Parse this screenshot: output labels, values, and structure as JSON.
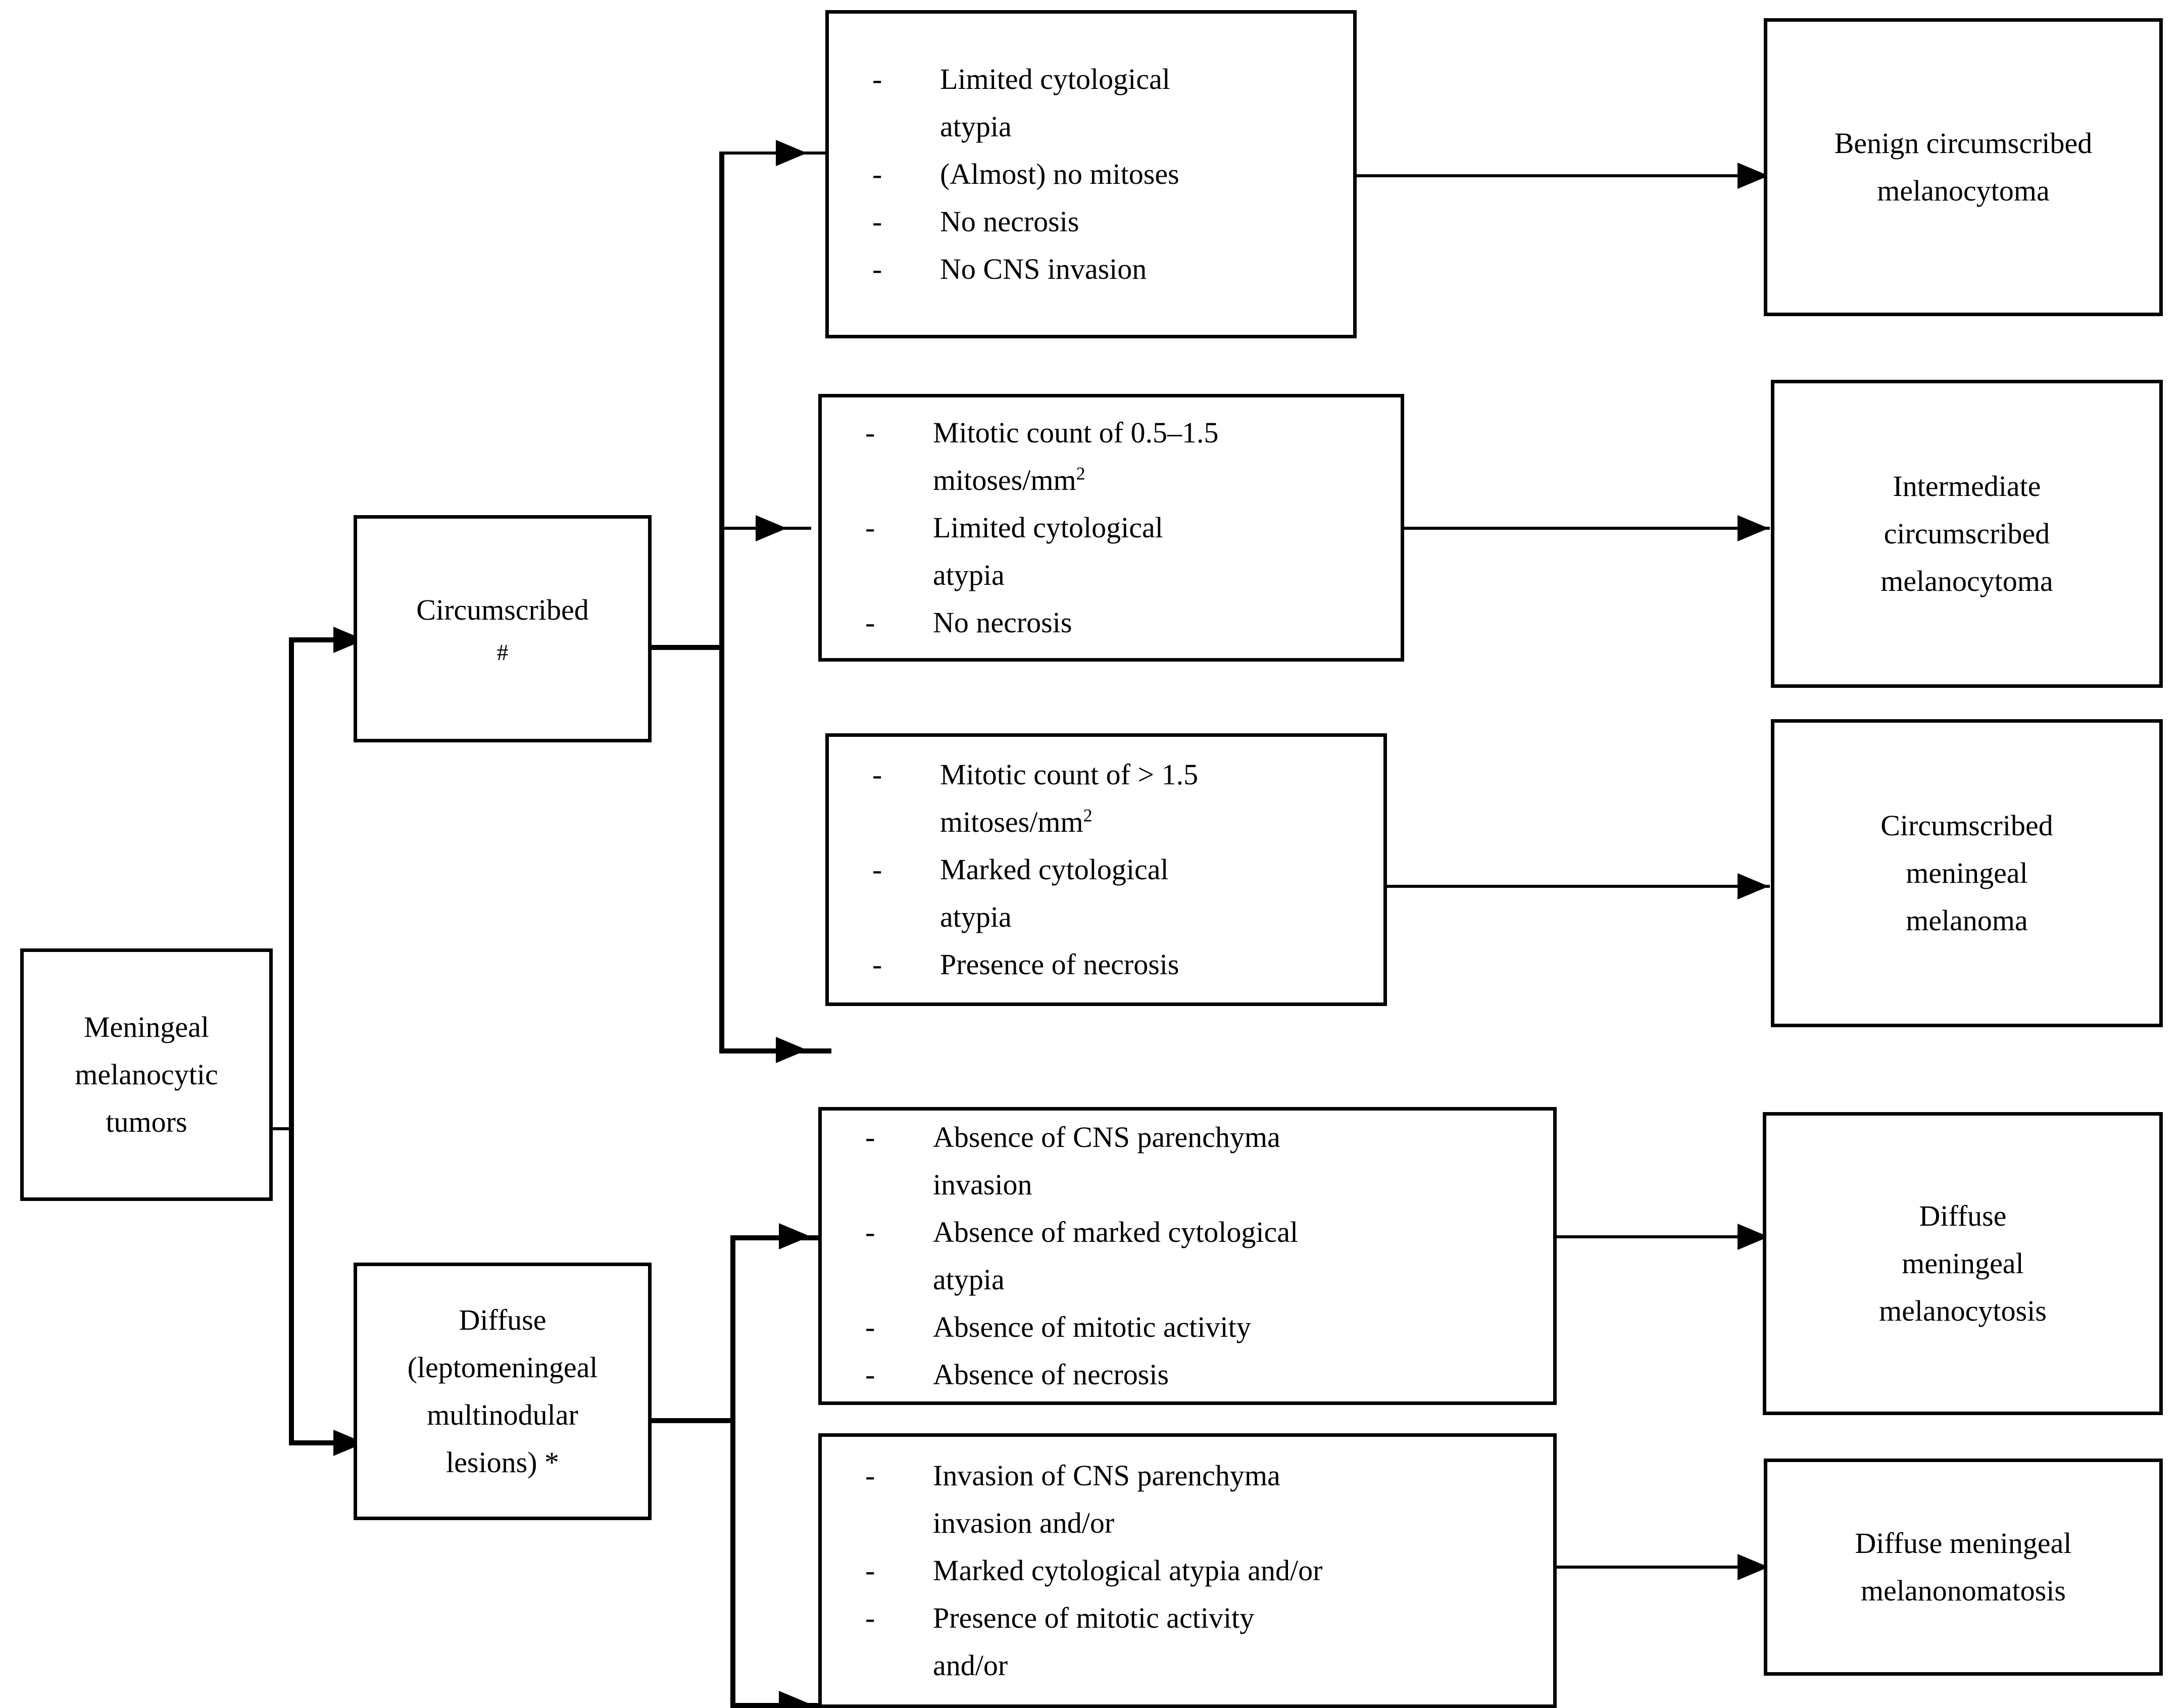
{
  "diagram": {
    "title": "Meningeal melanocytic tumors classification flowchart",
    "root": {
      "lines": [
        "Meningeal",
        "melanocytic",
        "tumors"
      ]
    },
    "branches": [
      {
        "id": "circumscribed",
        "lines": [
          "Circumscribed",
          "#"
        ]
      },
      {
        "id": "diffuse",
        "lines": [
          "Diffuse",
          "(leptomeningeal",
          "multinodular",
          "lesions) *"
        ]
      }
    ],
    "criteria_boxes": [
      {
        "id": "criteria-benign-circumscribed",
        "items": [
          "Limited cytological atypia",
          "(Almost) no mitoses",
          "No necrosis",
          "No CNS invasion"
        ]
      },
      {
        "id": "criteria-intermediate-circumscribed",
        "items": [
          "Mitotic count of 0.5–1.5 mitoses/mm2",
          "Limited cytological atypia",
          "No necrosis"
        ],
        "superscripts": [
          {
            "item": 0,
            "text": "mitoses/mm",
            "sup": "2"
          }
        ]
      },
      {
        "id": "criteria-circumscribed-melanoma",
        "items": [
          "Mitotic count of > 1.5 mitoses/mm2",
          "Marked cytological atypia",
          "Presence of necrosis"
        ],
        "superscripts": [
          {
            "item": 0,
            "text": "mitoses/mm",
            "sup": "2"
          }
        ]
      },
      {
        "id": "criteria-diffuse-melanocytosis",
        "items": [
          "Absence of CNS parenchyma invasion",
          "Absence of marked cytological atypia",
          "Absence of mitotic activity",
          "Absence of necrosis"
        ]
      },
      {
        "id": "criteria-diffuse-melanonomatosis",
        "items": [
          "Invasion of CNS parenchyma invasion and/or",
          "Marked cytological atypia and/or",
          "Presence of mitotic activity and/or"
        ]
      }
    ],
    "criteria_lines": {
      "benign": [
        [
          "Limited cytological",
          "atypia"
        ],
        [
          "(Almost) no mitoses"
        ],
        [
          "No necrosis"
        ],
        [
          "No CNS invasion"
        ]
      ],
      "intermediate": [
        [
          "Mitotic count of 0.5–1.5",
          "mitoses/mm"
        ],
        [
          "Limited cytological",
          "atypia"
        ],
        [
          "No necrosis"
        ]
      ],
      "melanoma": [
        [
          "Mitotic count of > 1.5",
          "mitoses/mm"
        ],
        [
          "Marked cytological",
          "atypia"
        ],
        [
          "Presence of necrosis"
        ]
      ],
      "melanocytosis": [
        [
          "Absence of CNS parenchyma",
          "invasion"
        ],
        [
          "Absence of marked cytological",
          "atypia"
        ],
        [
          "Absence of mitotic activity"
        ],
        [
          "Absence of necrosis"
        ]
      ],
      "melanonomatosis": [
        [
          "Invasion of CNS parenchyma",
          "invasion and/or"
        ],
        [
          "Marked cytological atypia and/or"
        ],
        [
          "Presence of mitotic activity",
          "and/or"
        ]
      ]
    },
    "outcomes": [
      {
        "id": "outcome-benign-circumscribed-melanocytoma",
        "lines": [
          "Benign circumscribed",
          "melanocytoma"
        ]
      },
      {
        "id": "outcome-intermediate-circumscribed-melanocytoma",
        "lines": [
          "Intermediate",
          "circumscribed",
          "melanocytoma"
        ]
      },
      {
        "id": "outcome-circumscribed-meningeal-melanoma",
        "lines": [
          "Circumscribed",
          "meningeal",
          "melanoma"
        ]
      },
      {
        "id": "outcome-diffuse-meningeal-melanocytosis",
        "lines": [
          "Diffuse",
          "meningeal",
          "melanocytosis"
        ]
      },
      {
        "id": "outcome-diffuse-meningeal-melanonomatosis",
        "lines": [
          "Diffuse meningeal",
          "melanonomatosis"
        ]
      }
    ],
    "superscript": "2",
    "colors": {
      "stroke": "#000000",
      "background": "#ffffff",
      "text": "#000000"
    }
  }
}
